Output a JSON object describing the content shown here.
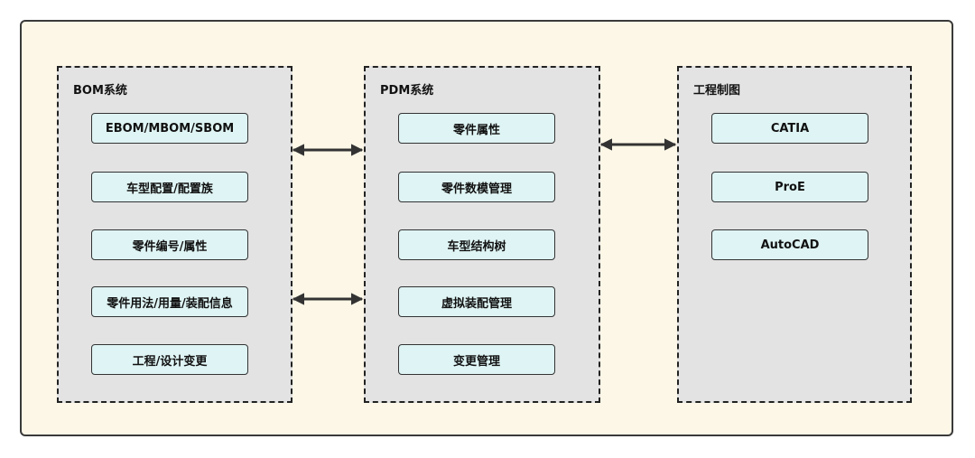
{
  "diagram": {
    "groups": [
      {
        "title": "BOM系统",
        "items": [
          "EBOM/MBOM/SBOM",
          "车型配置/配置族",
          "零件编号/属性",
          "零件用法/用量/装配信息",
          "工程/设计变更"
        ]
      },
      {
        "title": "PDM系统",
        "items": [
          "零件属性",
          "零件数模管理",
          "车型结构树",
          "虚拟装配管理",
          "变更管理"
        ]
      },
      {
        "title": "工程制图",
        "items": [
          "CATIA",
          "ProE",
          "AutoCAD"
        ]
      }
    ],
    "colors": {
      "frame_bg": "#fdf7e7",
      "group_bg": "#e3e3e3",
      "node_bg": "#dff4f4",
      "stroke": "#333333"
    }
  }
}
